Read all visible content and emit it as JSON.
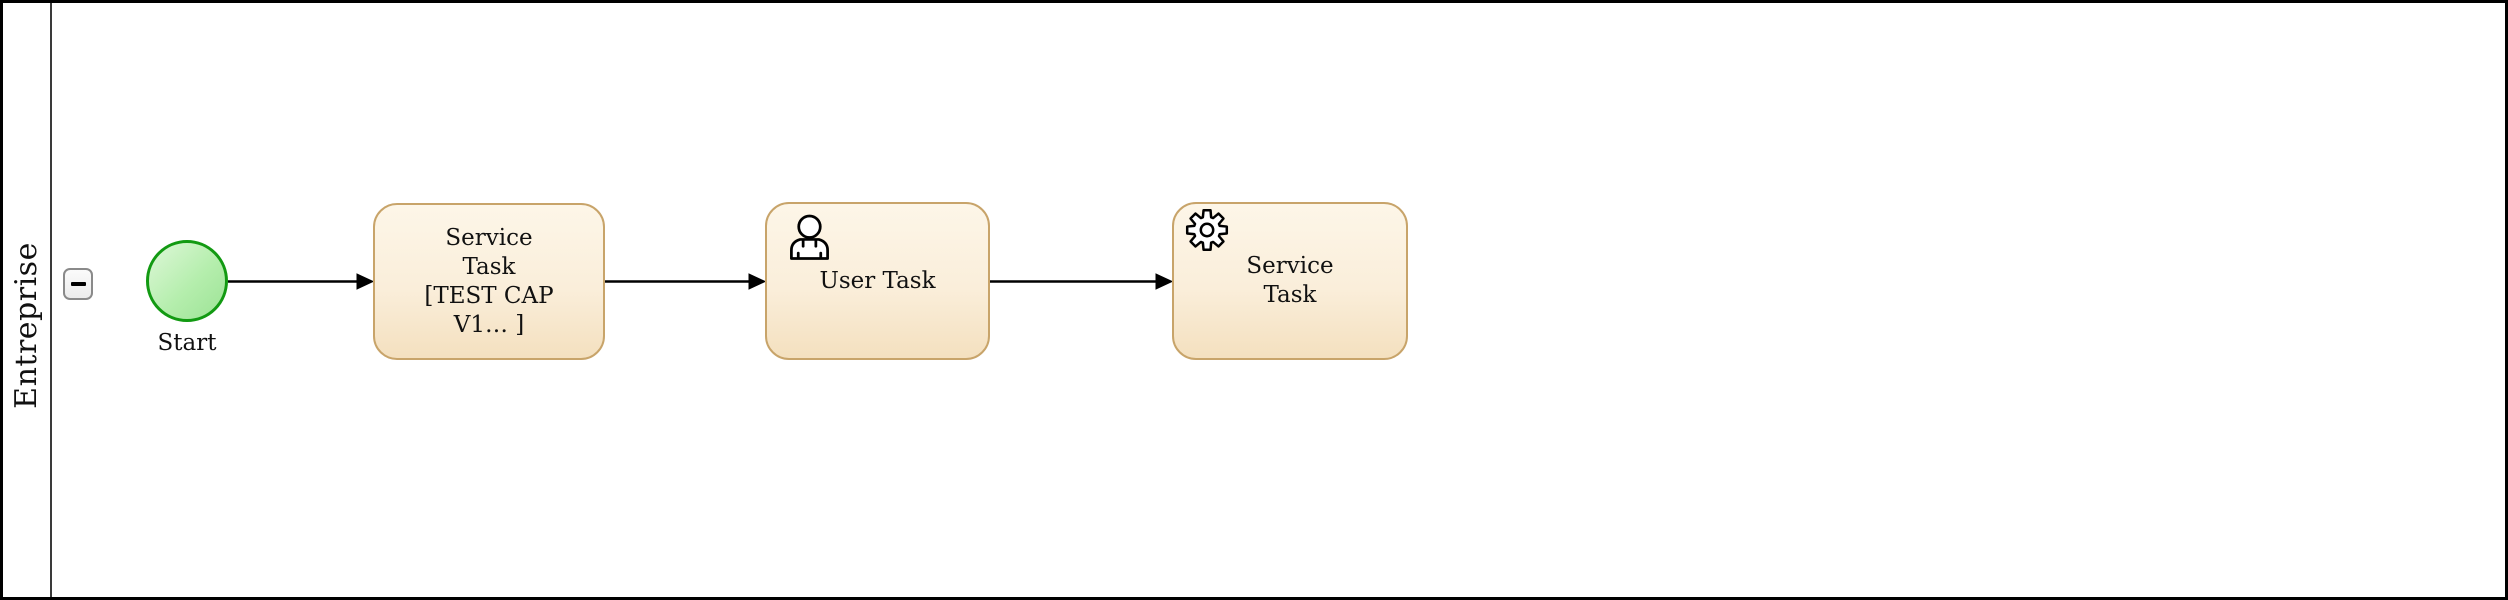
{
  "pool": {
    "label": "Entreprise",
    "collapsed": false,
    "collapse_icon": "minus-icon"
  },
  "diagram": {
    "start_event": {
      "label": "Start"
    },
    "tasks": [
      {
        "type": "service",
        "lines": [
          "Service",
          "Task",
          "[TEST CAP",
          "V1… ]"
        ],
        "icon": "none"
      },
      {
        "type": "user",
        "label": "User Task",
        "icon": "user-icon"
      },
      {
        "type": "service",
        "lines": [
          "Service",
          "Task"
        ],
        "icon": "gear-icon"
      }
    ],
    "flows": [
      {
        "from": "start-event",
        "to": "service-task-1"
      },
      {
        "from": "service-task-1",
        "to": "user-task"
      },
      {
        "from": "user-task",
        "to": "service-task-2"
      }
    ]
  },
  "colors": {
    "task_fill_top": "#fdf6e8",
    "task_fill_bottom": "#f4e0bf",
    "task_border": "#c8a46a",
    "start_fill_top": "#def7d8",
    "start_fill_bottom": "#9ce395",
    "start_border": "#129a12",
    "flow": "#000000",
    "pool_border": "#000000"
  }
}
